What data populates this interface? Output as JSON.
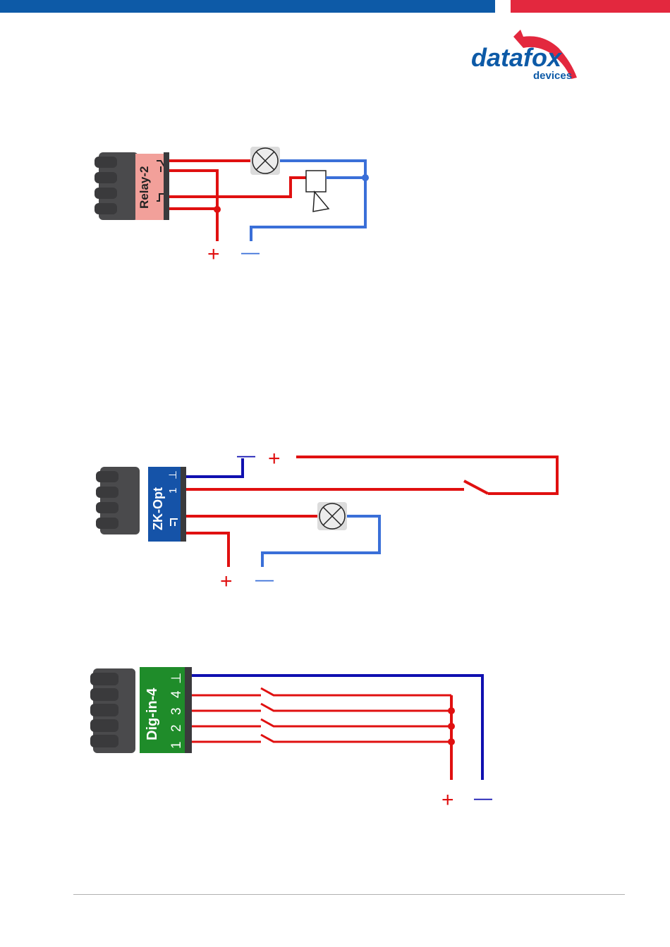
{
  "header": {
    "brand_colors": {
      "blue": "#0d5aa7",
      "red": "#e3283e"
    },
    "logo": {
      "name": "datafox",
      "sub": "devices",
      "icon": "fox-head-icon"
    }
  },
  "diagrams": [
    {
      "connector_label": "Relay-2",
      "connector_color": "#f2a09a",
      "components": [
        "lamp-icon",
        "relay-coil-icon"
      ],
      "supply_labels": {
        "plus": "+",
        "minus": "—"
      }
    },
    {
      "connector_label": "ZK-Opt",
      "connector_color": "#1553a8",
      "pin_labels": [
        "1",
        "⊥"
      ],
      "components": [
        "switch-icon",
        "lamp-icon"
      ],
      "supply_labels_top": {
        "minus": "—",
        "plus": "+"
      },
      "supply_labels_bottom": {
        "plus": "+",
        "minus": "—"
      }
    },
    {
      "connector_label": "Dig-in-4",
      "connector_color": "#1f8c2a",
      "pin_labels": [
        "1",
        "2",
        "3",
        "4",
        "⊥"
      ],
      "components": [
        "switch-icon",
        "switch-icon",
        "switch-icon",
        "switch-icon"
      ],
      "supply_labels": {
        "plus": "+",
        "minus": "—"
      }
    }
  ],
  "wire_colors": {
    "positive": "#e01010",
    "negative_light": "#3a6fd8",
    "negative_dark": "#1010b0"
  }
}
